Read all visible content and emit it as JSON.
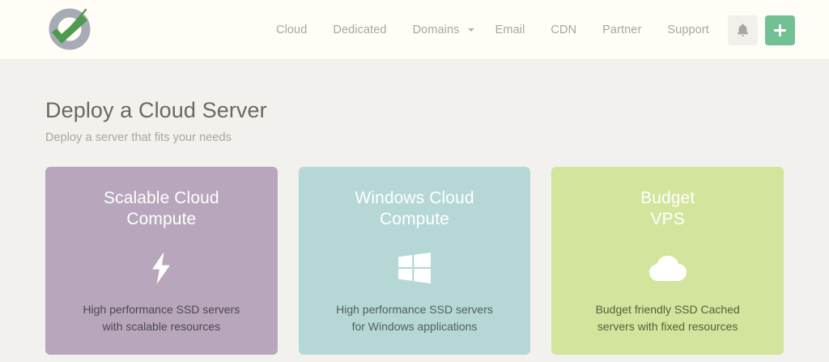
{
  "header": {
    "logo_name": "cloud-host-logo",
    "nav": [
      {
        "label": "Cloud",
        "name": "nav-cloud",
        "caret": false
      },
      {
        "label": "Dedicated",
        "name": "nav-dedicated",
        "caret": false
      },
      {
        "label": "Domains",
        "name": "nav-domains",
        "caret": true
      },
      {
        "label": "Email",
        "name": "nav-email",
        "caret": false
      },
      {
        "label": "CDN",
        "name": "nav-cdn",
        "caret": false
      },
      {
        "label": "Partner",
        "name": "nav-partner",
        "caret": false
      },
      {
        "label": "Support",
        "name": "nav-support",
        "caret": false
      }
    ],
    "actions": {
      "notifications_icon": "bell-icon",
      "add_icon": "plus-icon",
      "add_button_color": "#71c195",
      "bell_button_color": "#f2f0ea"
    },
    "background_color": "#fffdf5"
  },
  "main": {
    "title": "Deploy a Cloud Server",
    "subtitle": "Deploy a server that fits your needs",
    "background_color": "#f2f1ee",
    "cards": [
      {
        "id": "scalable",
        "title": "Scalable Cloud\nCompute",
        "icon": "lightning-bolt-icon",
        "description": "High performance SSD servers\nwith scalable resources",
        "color": "#b7a6bc"
      },
      {
        "id": "windows",
        "title": "Windows Cloud\nCompute",
        "icon": "windows-logo-icon",
        "description": "High performance SSD servers\nfor Windows applications",
        "color": "#b5d8d6"
      },
      {
        "id": "budget",
        "title": "Budget\nVPS",
        "icon": "cloud-icon",
        "description": "Budget friendly SSD Cached\nservers with fixed resources",
        "color": "#d3e49c"
      }
    ]
  }
}
